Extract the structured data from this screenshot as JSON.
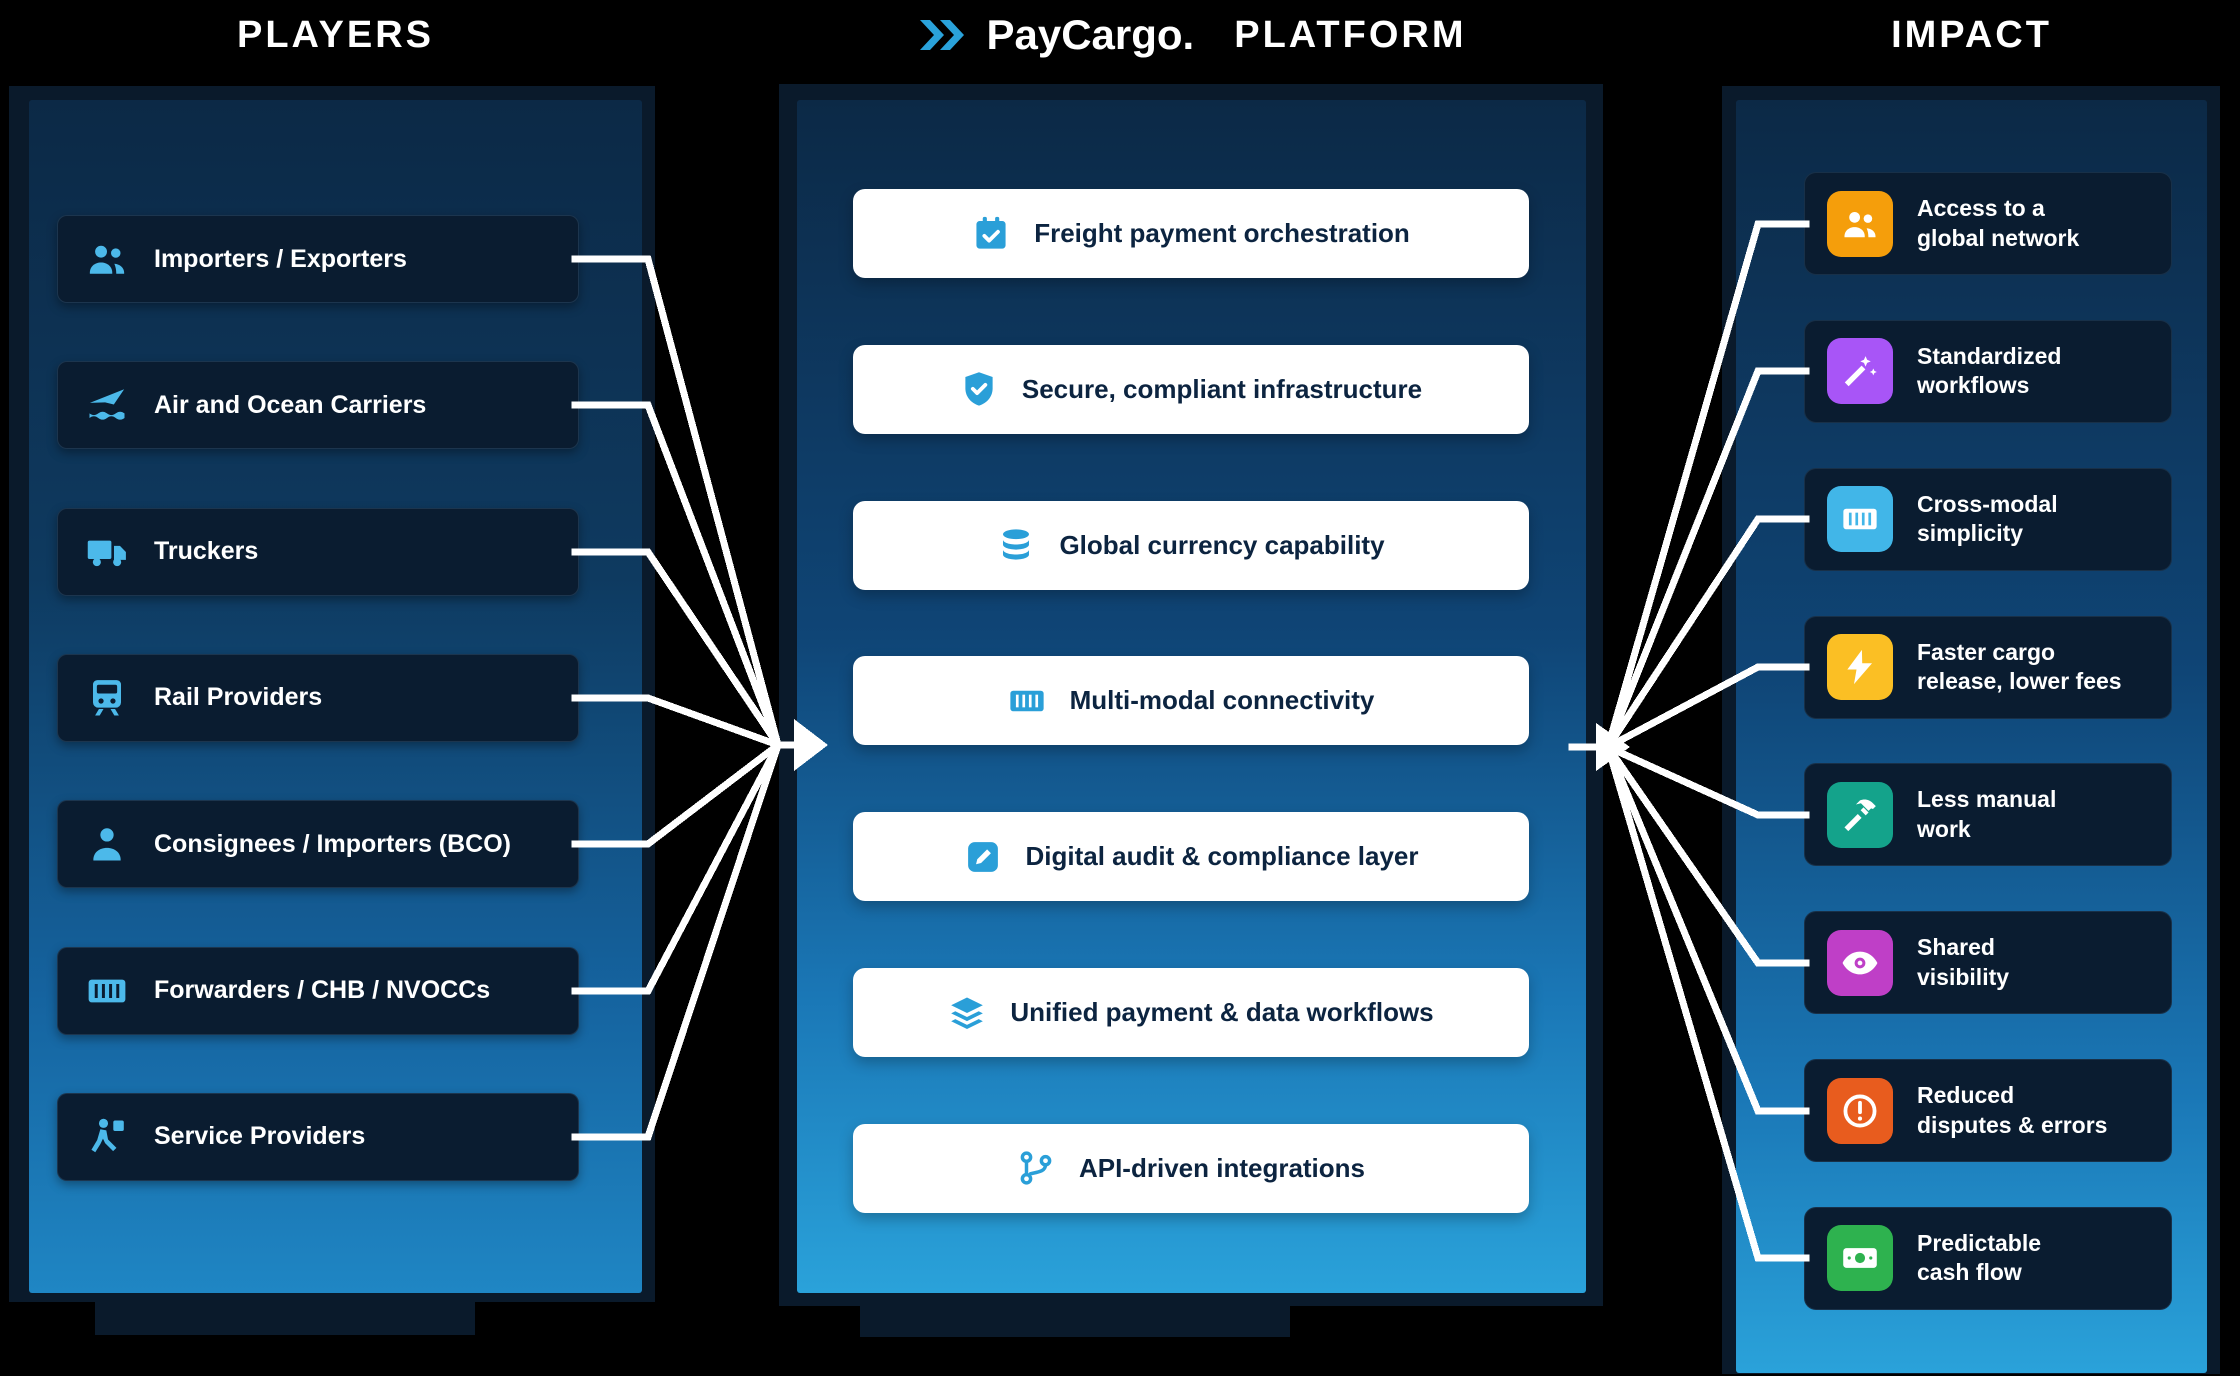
{
  "headers": {
    "left": "PLAYERS",
    "center_brand": "PayCargo.",
    "center_label": "PLATFORM",
    "right": "IMPACT"
  },
  "colors": {
    "background": "#000000",
    "panel_top": "#0c2946",
    "panel_bottom": "#2aa2da",
    "dark_card": "#0a1c30",
    "light_card": "#ffffff",
    "left_icon": "#4cb9ea",
    "center_icon": "#2a9fd8",
    "connector": "#ffffff",
    "brand_chevron": "#2aa2da"
  },
  "left_column": {
    "title": "PLAYERS",
    "items": [
      {
        "label": "Importers / Exporters",
        "icon": "people-group-icon"
      },
      {
        "label": "Air and Ocean Carriers",
        "icon": "plane-ship-icon"
      },
      {
        "label": "Truckers",
        "icon": "truck-icon"
      },
      {
        "label": "Rail Providers",
        "icon": "train-icon"
      },
      {
        "label": "Consignees / Importers (BCO)",
        "icon": "person-icon"
      },
      {
        "label": "Forwarders / CHB / NVOCCs",
        "icon": "container-icon"
      },
      {
        "label": "Service Providers",
        "icon": "service-person-icon"
      }
    ]
  },
  "center_column": {
    "title": "PLATFORM",
    "items": [
      {
        "label": "Freight payment orchestration",
        "icon": "calendar-check-icon"
      },
      {
        "label": "Secure, compliant infrastructure",
        "icon": "shield-check-icon"
      },
      {
        "label": "Global currency capability",
        "icon": "coins-icon"
      },
      {
        "label": "Multi-modal connectivity",
        "icon": "container-icon"
      },
      {
        "label": "Digital audit & compliance layer",
        "icon": "edit-icon"
      },
      {
        "label": "Unified payment & data workflows",
        "icon": "layers-icon"
      },
      {
        "label": "API-driven integrations",
        "icon": "git-branch-icon"
      }
    ]
  },
  "right_column": {
    "title": "IMPACT",
    "items": [
      {
        "label": "Access to a\nglobal network",
        "icon": "people-group-icon",
        "icon_bg": "#f59e0b"
      },
      {
        "label": "Standardized\nworkflows",
        "icon": "magic-wand-icon",
        "icon_bg": "#a855f7"
      },
      {
        "label": "Cross-modal\nsimplicity",
        "icon": "container-icon",
        "icon_bg": "#41b6e8"
      },
      {
        "label": "Faster cargo\nrelease, lower fees",
        "icon": "lightning-icon",
        "icon_bg": "#fbbf24"
      },
      {
        "label": "Less manual\nwork",
        "icon": "hammer-icon",
        "icon_bg": "#14a38b"
      },
      {
        "label": "Shared\nvisibility",
        "icon": "eye-icon",
        "icon_bg": "#bf3fc7"
      },
      {
        "label": "Reduced\ndisputes & errors",
        "icon": "alert-circle-icon",
        "icon_bg": "#e85c1e"
      },
      {
        "label": "Predictable\ncash flow",
        "icon": "banknote-icon",
        "icon_bg": "#2eb24f"
      }
    ]
  }
}
